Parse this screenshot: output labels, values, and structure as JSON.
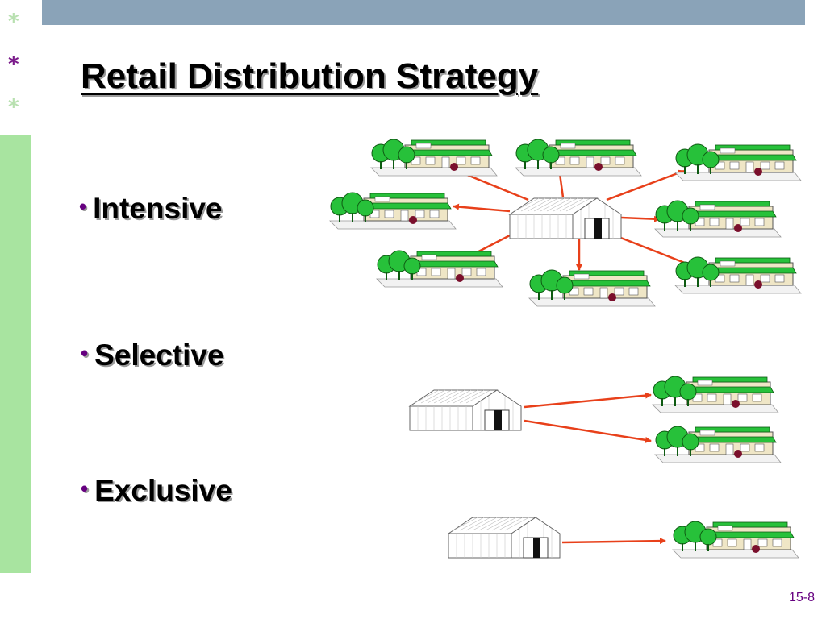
{
  "title": "Retail Distribution Strategy",
  "stars": [
    "*",
    "*",
    "*"
  ],
  "bullets": {
    "intensive": "Intensive",
    "selective": "Selective",
    "exclusive": "Exclusive"
  },
  "page_number": "15-8",
  "colors": {
    "top_bar": "#8aa3b8",
    "left_bar": "#a8e4a0",
    "arrow": "#e8401a",
    "bullet_dot": "#660080",
    "page_number": "#660080",
    "star_1": "#b8e0b0",
    "star_2": "#7a1a8a",
    "star_3": "#b8e0b0"
  },
  "diagram": {
    "intensive": {
      "warehouses": 1,
      "stores": 8
    },
    "selective": {
      "warehouses": 1,
      "stores": 2
    },
    "exclusive": {
      "warehouses": 1,
      "stores": 1
    }
  }
}
